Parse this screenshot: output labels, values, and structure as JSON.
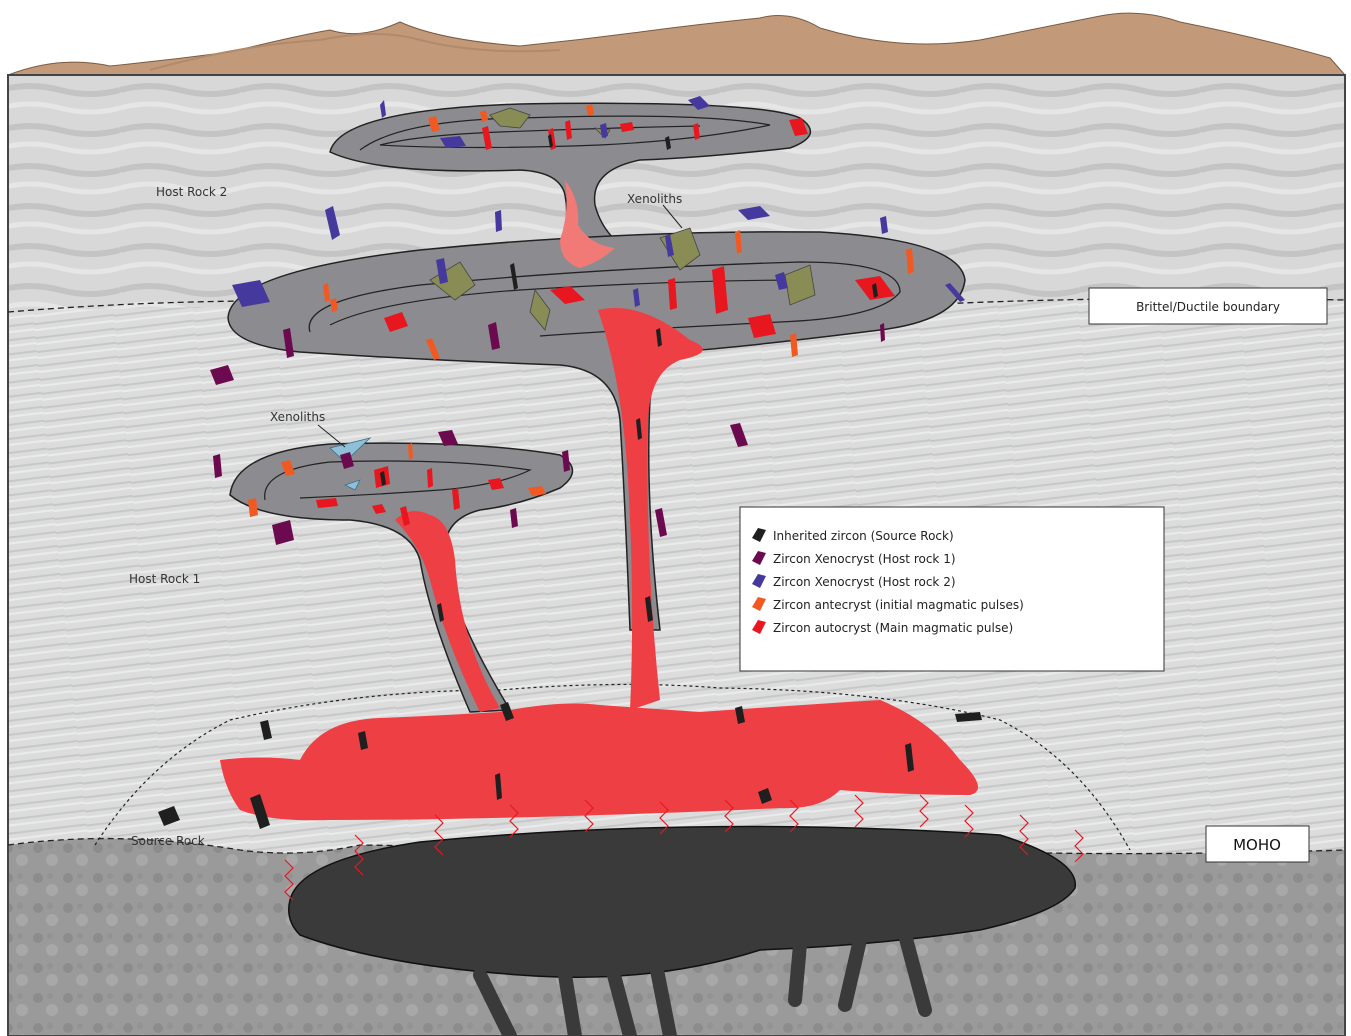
{
  "labels": {
    "host_rock_2": "Host Rock 2",
    "host_rock_1": "Host Rock 1",
    "source_rock": "Source Rock",
    "xenoliths_upper": "Xenoliths",
    "xenoliths_lower": "Xenoliths",
    "brittle_ductile": "Brittel/Ductile boundary",
    "moho": "MOHO"
  },
  "legend": [
    {
      "label": "Inherited zircon (Source Rock)",
      "color": "#1f1f1f"
    },
    {
      "label": "Zircon Xenocryst (Host rock 1)",
      "color": "#6b0a4f"
    },
    {
      "label": "Zircon Xenocryst (Host rock 2)",
      "color": "#45399e"
    },
    {
      "label": "Zircon antecryst (initial magmatic pulses)",
      "color": "#f05a22"
    },
    {
      "label": "Zircon autocryst (Main magmatic pulse)",
      "color": "#e8161f"
    }
  ],
  "colors": {
    "magma": "#ee3f45",
    "magma_light": "#f27a76",
    "sill_gray": "#8c8c90",
    "underplate": "#3a3a3a",
    "mountains": "#c29a7a"
  }
}
